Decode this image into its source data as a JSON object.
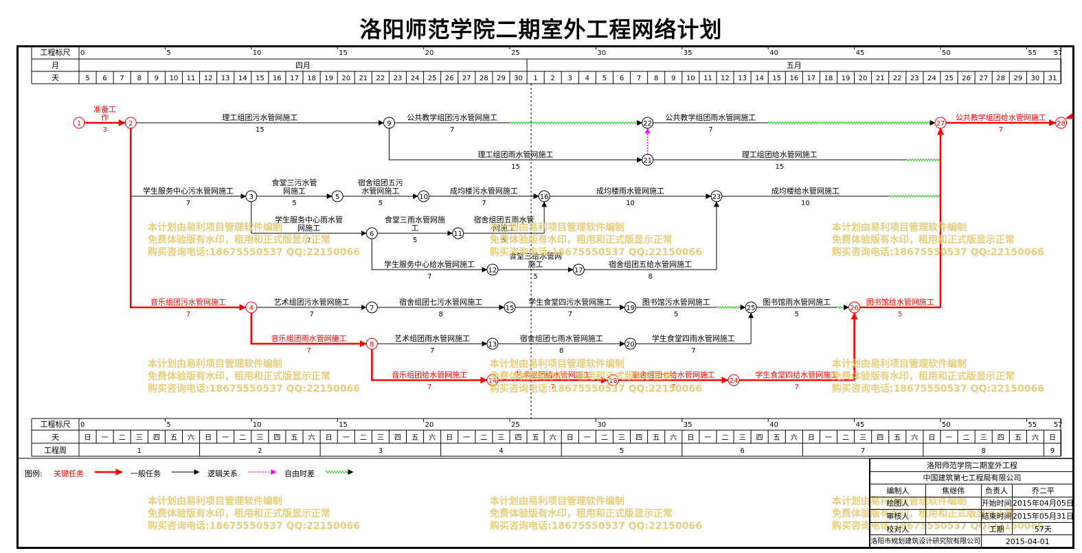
{
  "title": "洛阳师范学院二期室外工程网络计划",
  "scale": {
    "row_labels": {
      "scale": "工程标尺",
      "month": "月",
      "day": "天",
      "week": "工程周"
    },
    "ticks": [
      0,
      5,
      10,
      15,
      20,
      25,
      30,
      35,
      40,
      45,
      50,
      55,
      57
    ],
    "months": [
      {
        "label": "四月",
        "start": 0,
        "end": 26
      },
      {
        "label": "五月",
        "start": 26,
        "end": 57
      }
    ],
    "days": [
      5,
      6,
      7,
      8,
      9,
      10,
      11,
      12,
      13,
      14,
      15,
      16,
      17,
      18,
      19,
      20,
      21,
      22,
      23,
      24,
      25,
      26,
      27,
      28,
      29,
      30,
      1,
      2,
      3,
      4,
      5,
      6,
      7,
      8,
      9,
      10,
      11,
      12,
      13,
      14,
      15,
      16,
      17,
      18,
      19,
      20,
      21,
      22,
      23,
      24,
      25,
      26,
      27,
      28,
      29,
      30,
      31
    ],
    "weekdays": [
      "日",
      "一",
      "二",
      "三",
      "四",
      "五",
      "六"
    ],
    "weekday_start": 0,
    "weeks": [
      {
        "label": "1",
        "start": 0,
        "end": 7
      },
      {
        "label": "2",
        "start": 7,
        "end": 14
      },
      {
        "label": "3",
        "start": 14,
        "end": 21
      },
      {
        "label": "4",
        "start": 21,
        "end": 28
      },
      {
        "label": "5",
        "start": 28,
        "end": 35
      },
      {
        "label": "6",
        "start": 35,
        "end": 42
      },
      {
        "label": "7",
        "start": 42,
        "end": 49
      },
      {
        "label": "8",
        "start": 49,
        "end": 56
      },
      {
        "label": "9",
        "start": 56,
        "end": 57
      }
    ],
    "today": 26
  },
  "nodes": [
    {
      "id": "1",
      "t": 0,
      "lane": 0,
      "critical": true
    },
    {
      "id": "2",
      "t": 3,
      "lane": 0,
      "critical": true
    },
    {
      "id": "9",
      "t": 18,
      "lane": 0
    },
    {
      "id": "22",
      "t": 33,
      "lane": 0
    },
    {
      "id": "27",
      "t": 50,
      "lane": 0,
      "critical": true
    },
    {
      "id": "28",
      "t": 57,
      "lane": 0,
      "critical": true
    },
    {
      "id": "21",
      "t": 33,
      "lane": 1
    },
    {
      "id": "3",
      "t": 10,
      "lane": 2
    },
    {
      "id": "5",
      "t": 15,
      "lane": 2
    },
    {
      "id": "10",
      "t": 20,
      "lane": 2
    },
    {
      "id": "16",
      "t": 27,
      "lane": 2
    },
    {
      "id": "23",
      "t": 37,
      "lane": 2
    },
    {
      "id": "6",
      "t": 17,
      "lane": 3
    },
    {
      "id": "11",
      "t": 22,
      "lane": 3
    },
    {
      "id": "12",
      "t": 24,
      "lane": 4
    },
    {
      "id": "17",
      "t": 29,
      "lane": 4
    },
    {
      "id": "4",
      "t": 10,
      "lane": 5,
      "critical": true
    },
    {
      "id": "7",
      "t": 17,
      "lane": 5
    },
    {
      "id": "15",
      "t": 25,
      "lane": 5
    },
    {
      "id": "19",
      "t": 32,
      "lane": 5
    },
    {
      "id": "25",
      "t": 39,
      "lane": 5
    },
    {
      "id": "26",
      "t": 45,
      "lane": 5,
      "critical": true
    },
    {
      "id": "8",
      "t": 17,
      "lane": 6,
      "critical": true
    },
    {
      "id": "13",
      "t": 24,
      "lane": 6
    },
    {
      "id": "20",
      "t": 32,
      "lane": 6
    },
    {
      "id": "14",
      "t": 24,
      "lane": 7,
      "critical": true
    },
    {
      "id": "18",
      "t": 31,
      "lane": 7,
      "critical": true
    },
    {
      "id": "24",
      "t": 38,
      "lane": 7,
      "critical": true
    }
  ],
  "tasks": [
    {
      "from": "1",
      "to": "2",
      "name": "准备工作",
      "duration": "3",
      "critical": true,
      "wrap": 3
    },
    {
      "from": "2",
      "to": "9",
      "name": "理工组团污水管网施工",
      "duration": "15"
    },
    {
      "from": "9",
      "to": "22",
      "name": "公共教学组团污水管网施工",
      "duration": "7",
      "float_from": 25
    },
    {
      "from": "22",
      "to": "27",
      "name": "公共教学组团雨水管网施工",
      "duration": "7",
      "float_from": 40
    },
    {
      "from": "27",
      "to": "28",
      "name": "公共教学组团给水管网施工",
      "duration": "7",
      "critical": true
    },
    {
      "from": "9",
      "to": "21",
      "name": "理工组团雨水管网施工",
      "duration": "15",
      "corner": "down"
    },
    {
      "from": "21",
      "to": "27",
      "name": "理工组团给水管网施工",
      "duration": "15",
      "float_from": 48,
      "corner": "up"
    },
    {
      "from": "2",
      "to": "3",
      "name": "学生服务中心污水管网施工",
      "duration": "7",
      "corner": "down"
    },
    {
      "from": "3",
      "to": "5",
      "name": "食堂三污水管网施工",
      "duration": "5",
      "wrap": 6
    },
    {
      "from": "5",
      "to": "10",
      "name": "宿舍组团五污水管网施工",
      "duration": "5",
      "wrap": 6
    },
    {
      "from": "10",
      "to": "16",
      "name": "成均楼污水管网施工",
      "duration": "7"
    },
    {
      "from": "16",
      "to": "23",
      "name": "成均楼雨水管网施工",
      "duration": "10"
    },
    {
      "from": "23",
      "to": "27",
      "name": "成均楼给水管网施工",
      "duration": "10",
      "float_from": 47,
      "corner": "up"
    },
    {
      "from": "3",
      "to": "6",
      "name": "学生服务中心雨水管网施工",
      "duration": "7",
      "corner": "down",
      "wrap": 9
    },
    {
      "from": "6",
      "to": "11",
      "name": "食堂三雨水管网施工",
      "duration": "5",
      "wrap": 8
    },
    {
      "from": "11",
      "to": "16",
      "name": "宿舍组团五雨水管网施工",
      "duration": "5",
      "corner": "up",
      "wrap": 8
    },
    {
      "from": "6",
      "to": "12",
      "name": "学生服务中心给水管网施工",
      "duration": "7",
      "corner": "down"
    },
    {
      "from": "12",
      "to": "17",
      "name": "食堂三给水管网施工",
      "duration": "5",
      "wrap": 7
    },
    {
      "from": "17",
      "to": "23",
      "name": "宿舍组团五给水管网施工",
      "duration": "8",
      "corner": "up"
    },
    {
      "from": "2",
      "to": "4",
      "name": "音乐组团污水管网施工",
      "duration": "7",
      "critical": true,
      "corner": "down"
    },
    {
      "from": "4",
      "to": "7",
      "name": "艺术组团污水管网施工",
      "duration": "7"
    },
    {
      "from": "7",
      "to": "15",
      "name": "宿舍组团七污水管网施工",
      "duration": "8"
    },
    {
      "from": "15",
      "to": "19",
      "name": "学生食堂四污水管网施工",
      "duration": "7"
    },
    {
      "from": "19",
      "to": "25",
      "name": "图书馆污水管网施工",
      "duration": "5",
      "float_from": 37
    },
    {
      "from": "25",
      "to": "26",
      "name": "图书馆雨水管网施工",
      "duration": "5",
      "float_from": 44
    },
    {
      "from": "26",
      "to": "27",
      "name": "图书馆给水管网施工",
      "duration": "5",
      "critical": true,
      "corner": "up"
    },
    {
      "from": "4",
      "to": "8",
      "name": "音乐组团雨水管网施工",
      "duration": "7",
      "critical": true,
      "corner": "down"
    },
    {
      "from": "8",
      "to": "13",
      "name": "艺术组团雨水管网施工",
      "duration": "7"
    },
    {
      "from": "13",
      "to": "20",
      "name": "宿舍组团七雨水管网施工",
      "duration": "8"
    },
    {
      "from": "20",
      "to": "25",
      "name": "学生食堂四雨水管网施工",
      "duration": "7",
      "corner": "up"
    },
    {
      "from": "8",
      "to": "14",
      "name": "音乐组团给水管网施工",
      "duration": "7",
      "critical": true,
      "corner": "down"
    },
    {
      "from": "14",
      "to": "18",
      "name": "艺术组团给水管网施工",
      "duration": "7",
      "critical": true
    },
    {
      "from": "18",
      "to": "24",
      "name": "宿舍组团七给水管网施工",
      "duration": "7",
      "critical": true
    },
    {
      "from": "24",
      "to": "26",
      "name": "学生食堂四给水管网施工",
      "duration": "7",
      "critical": true,
      "corner": "up"
    }
  ],
  "logic_links": [
    {
      "from": "21",
      "to": "22"
    }
  ],
  "legend": {
    "prefix": "图例:",
    "critical": "关键任务",
    "normal": "一般任务",
    "logic": "逻辑关系",
    "float": "自由时差"
  },
  "watermark": {
    "lines": [
      "本计划由易利项目管理软件编制",
      "免费体验版有水印，租用和正式版显示正常",
      "购买咨询电话:18675550537 QQ:22150066"
    ]
  },
  "title_block": {
    "project": "洛阳师范学院二期室外工程",
    "company": "中国建筑第七工程局有限公司",
    "rows": [
      [
        "编制人",
        "焦继伟",
        "负责人",
        "乔二平"
      ],
      [
        "绘图人",
        "",
        "开始时间",
        "2015年04月05日"
      ],
      [
        "审核人",
        "",
        "结束时间",
        "2015年05月31日"
      ],
      [
        "校对人",
        "",
        "工期",
        "57天"
      ]
    ],
    "designer": "洛阳市规划建筑设计研究院有限公司",
    "date": "2015-04-01"
  },
  "colors": {
    "critical": "#ff0000",
    "normal": "#000000",
    "logic": "#ff00ff",
    "float": "#00cc00",
    "watermark": "#e3c96f"
  }
}
